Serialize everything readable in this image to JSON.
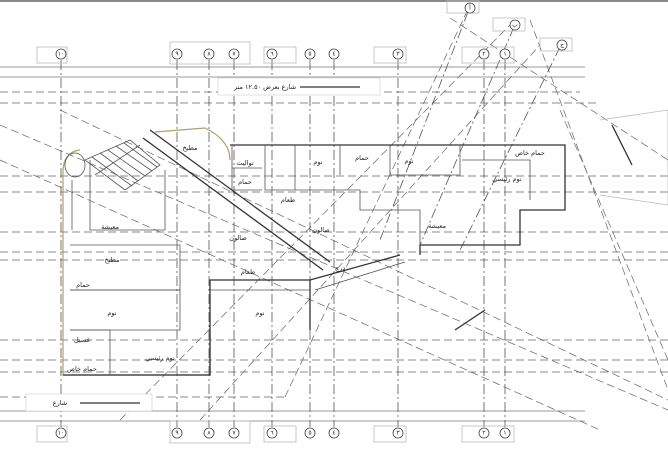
{
  "drawing": {
    "grid_numbers": [
      "١٠",
      "٩",
      "٨",
      "٧",
      "٦",
      "٥",
      "٤",
      "٣",
      "٢",
      "١"
    ],
    "grid_letters": [
      "أ",
      "ب",
      "ج"
    ],
    "street_top": "شارع بعرض ١٢.٥٠ متر",
    "street_bottom": "شارع",
    "rooms": {
      "kitchen_top": "مطبخ",
      "toilet": "تواليت",
      "bath_small": "حمام",
      "bedroom_1": "نوم",
      "bath_1": "حمام",
      "bedroom_2": "نوم",
      "bath_master": "حمام خاص",
      "master_bedroom_right": "نوم رئيسي",
      "dining_1": "طعام",
      "salon_1": "صالون",
      "salon_2": "صالون",
      "living_right": "معيشة",
      "living_left": "معيشة",
      "kitchen_left": "مطبخ",
      "bath_left": "حمام",
      "dining_2": "طعام",
      "bedroom_left": "نوم",
      "bedroom_mid": "نوم",
      "laundry": "غسيل",
      "master_bedroom_left": "نوم رئيسي",
      "bath_bottom": "حمام خاص",
      "stair_label": "درج"
    }
  }
}
